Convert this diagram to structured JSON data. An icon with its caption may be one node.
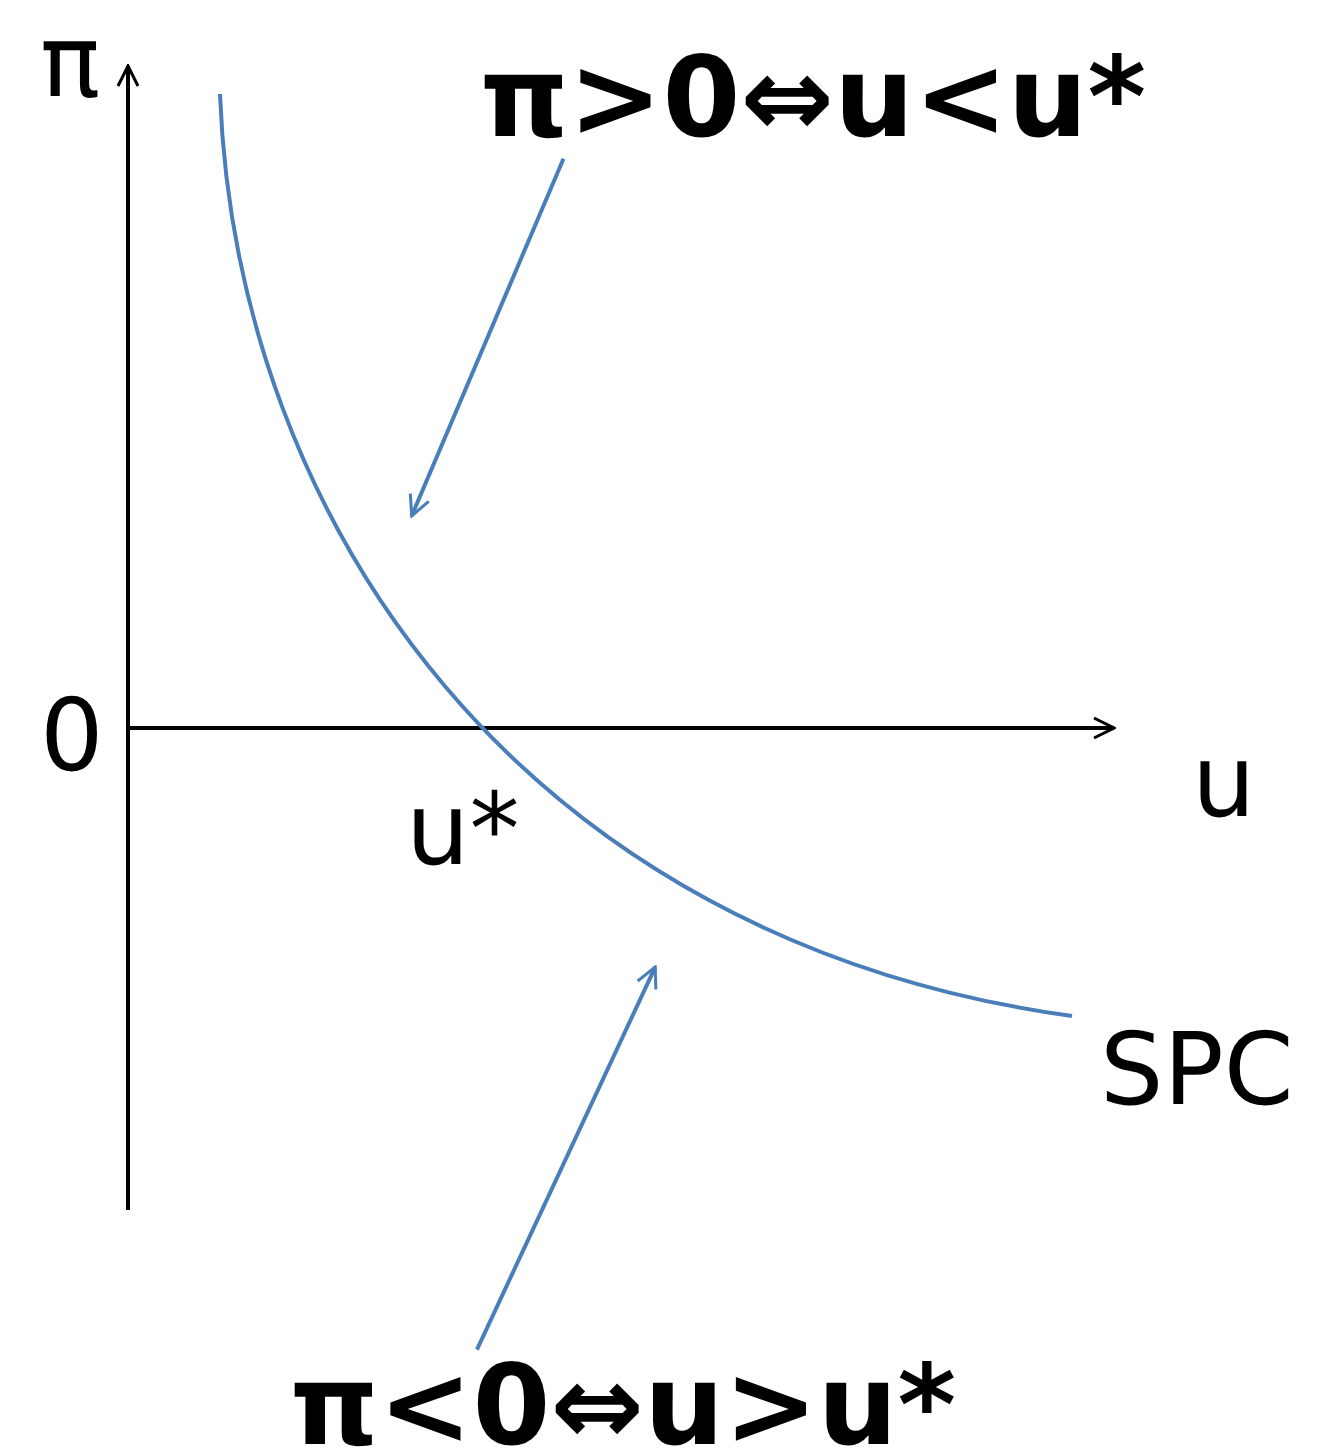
{
  "diagram": {
    "nodes": [
      {
        "text": [
          "π>0⇔u<u*"
        ]
      },
      {
        "text": [],
        "shape": "curve"
      },
      {
        "text": [
          "π<0⇔u>u*"
        ]
      }
    ],
    "edges": [
      {
        "from": 0,
        "to": 1,
        "arrow": "to"
      },
      {
        "from": 2,
        "to": 1,
        "arrow": "to"
      }
    ],
    "labels": [
      "π",
      "0",
      "u",
      "u*",
      "SPC"
    ]
  }
}
